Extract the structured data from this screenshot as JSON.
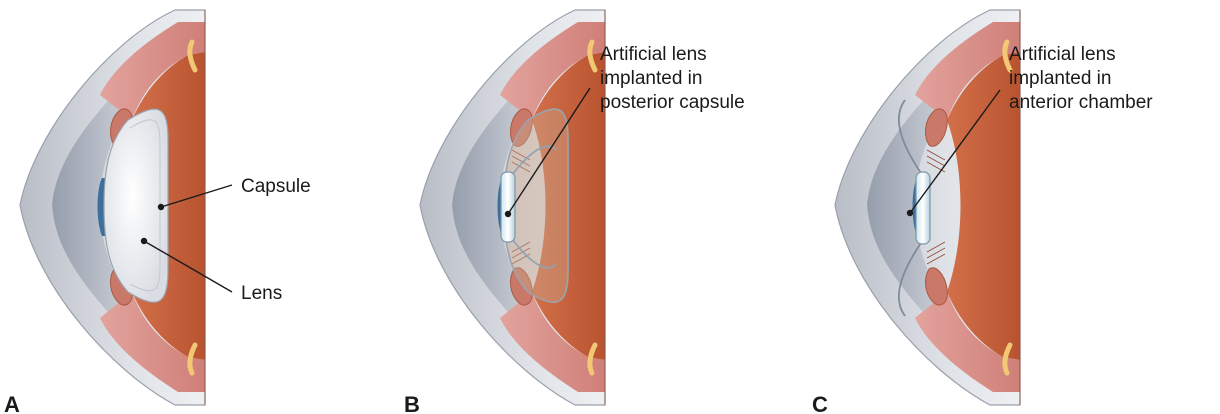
{
  "panels": [
    {
      "letter": "A",
      "labels": [
        "Capsule",
        "Lens"
      ]
    },
    {
      "letter": "B",
      "label_lines": [
        "Artificial lens",
        "implanted in",
        "posterior capsule"
      ]
    },
    {
      "letter": "C",
      "label_lines": [
        "Artificial lens",
        "implanted in",
        "anterior chamber"
      ]
    }
  ],
  "colors": {
    "sclera_outer": "#c9ccd3",
    "sclera_inner": "#e6e8ec",
    "cornea": "#9aa2b1",
    "choroid_pink": "#d98a86",
    "retina_orange": "#c9633f",
    "iris_blue": "#3c6f9c",
    "lens": "#eef0f3",
    "ciliary_brown": "#b26a4f"
  }
}
